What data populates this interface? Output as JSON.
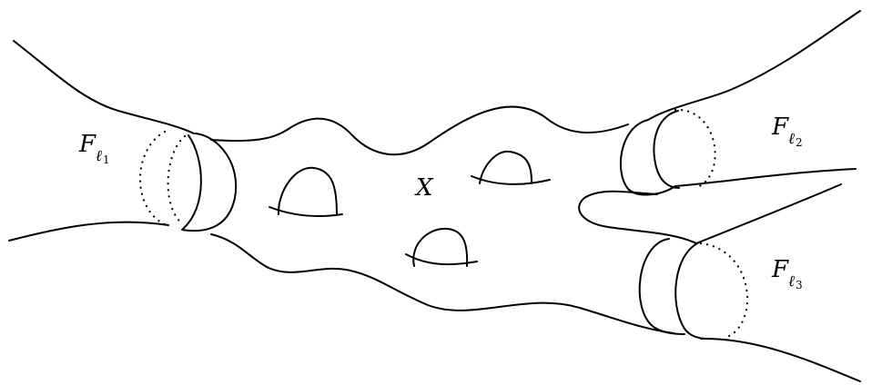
{
  "labels": {
    "surface": "X",
    "end1": {
      "base": "F",
      "sub": "ℓ",
      "subsub": "1"
    },
    "end2": {
      "base": "F",
      "sub": "ℓ",
      "subsub": "2"
    },
    "end3": {
      "base": "F",
      "sub": "ℓ",
      "subsub": "3"
    }
  }
}
